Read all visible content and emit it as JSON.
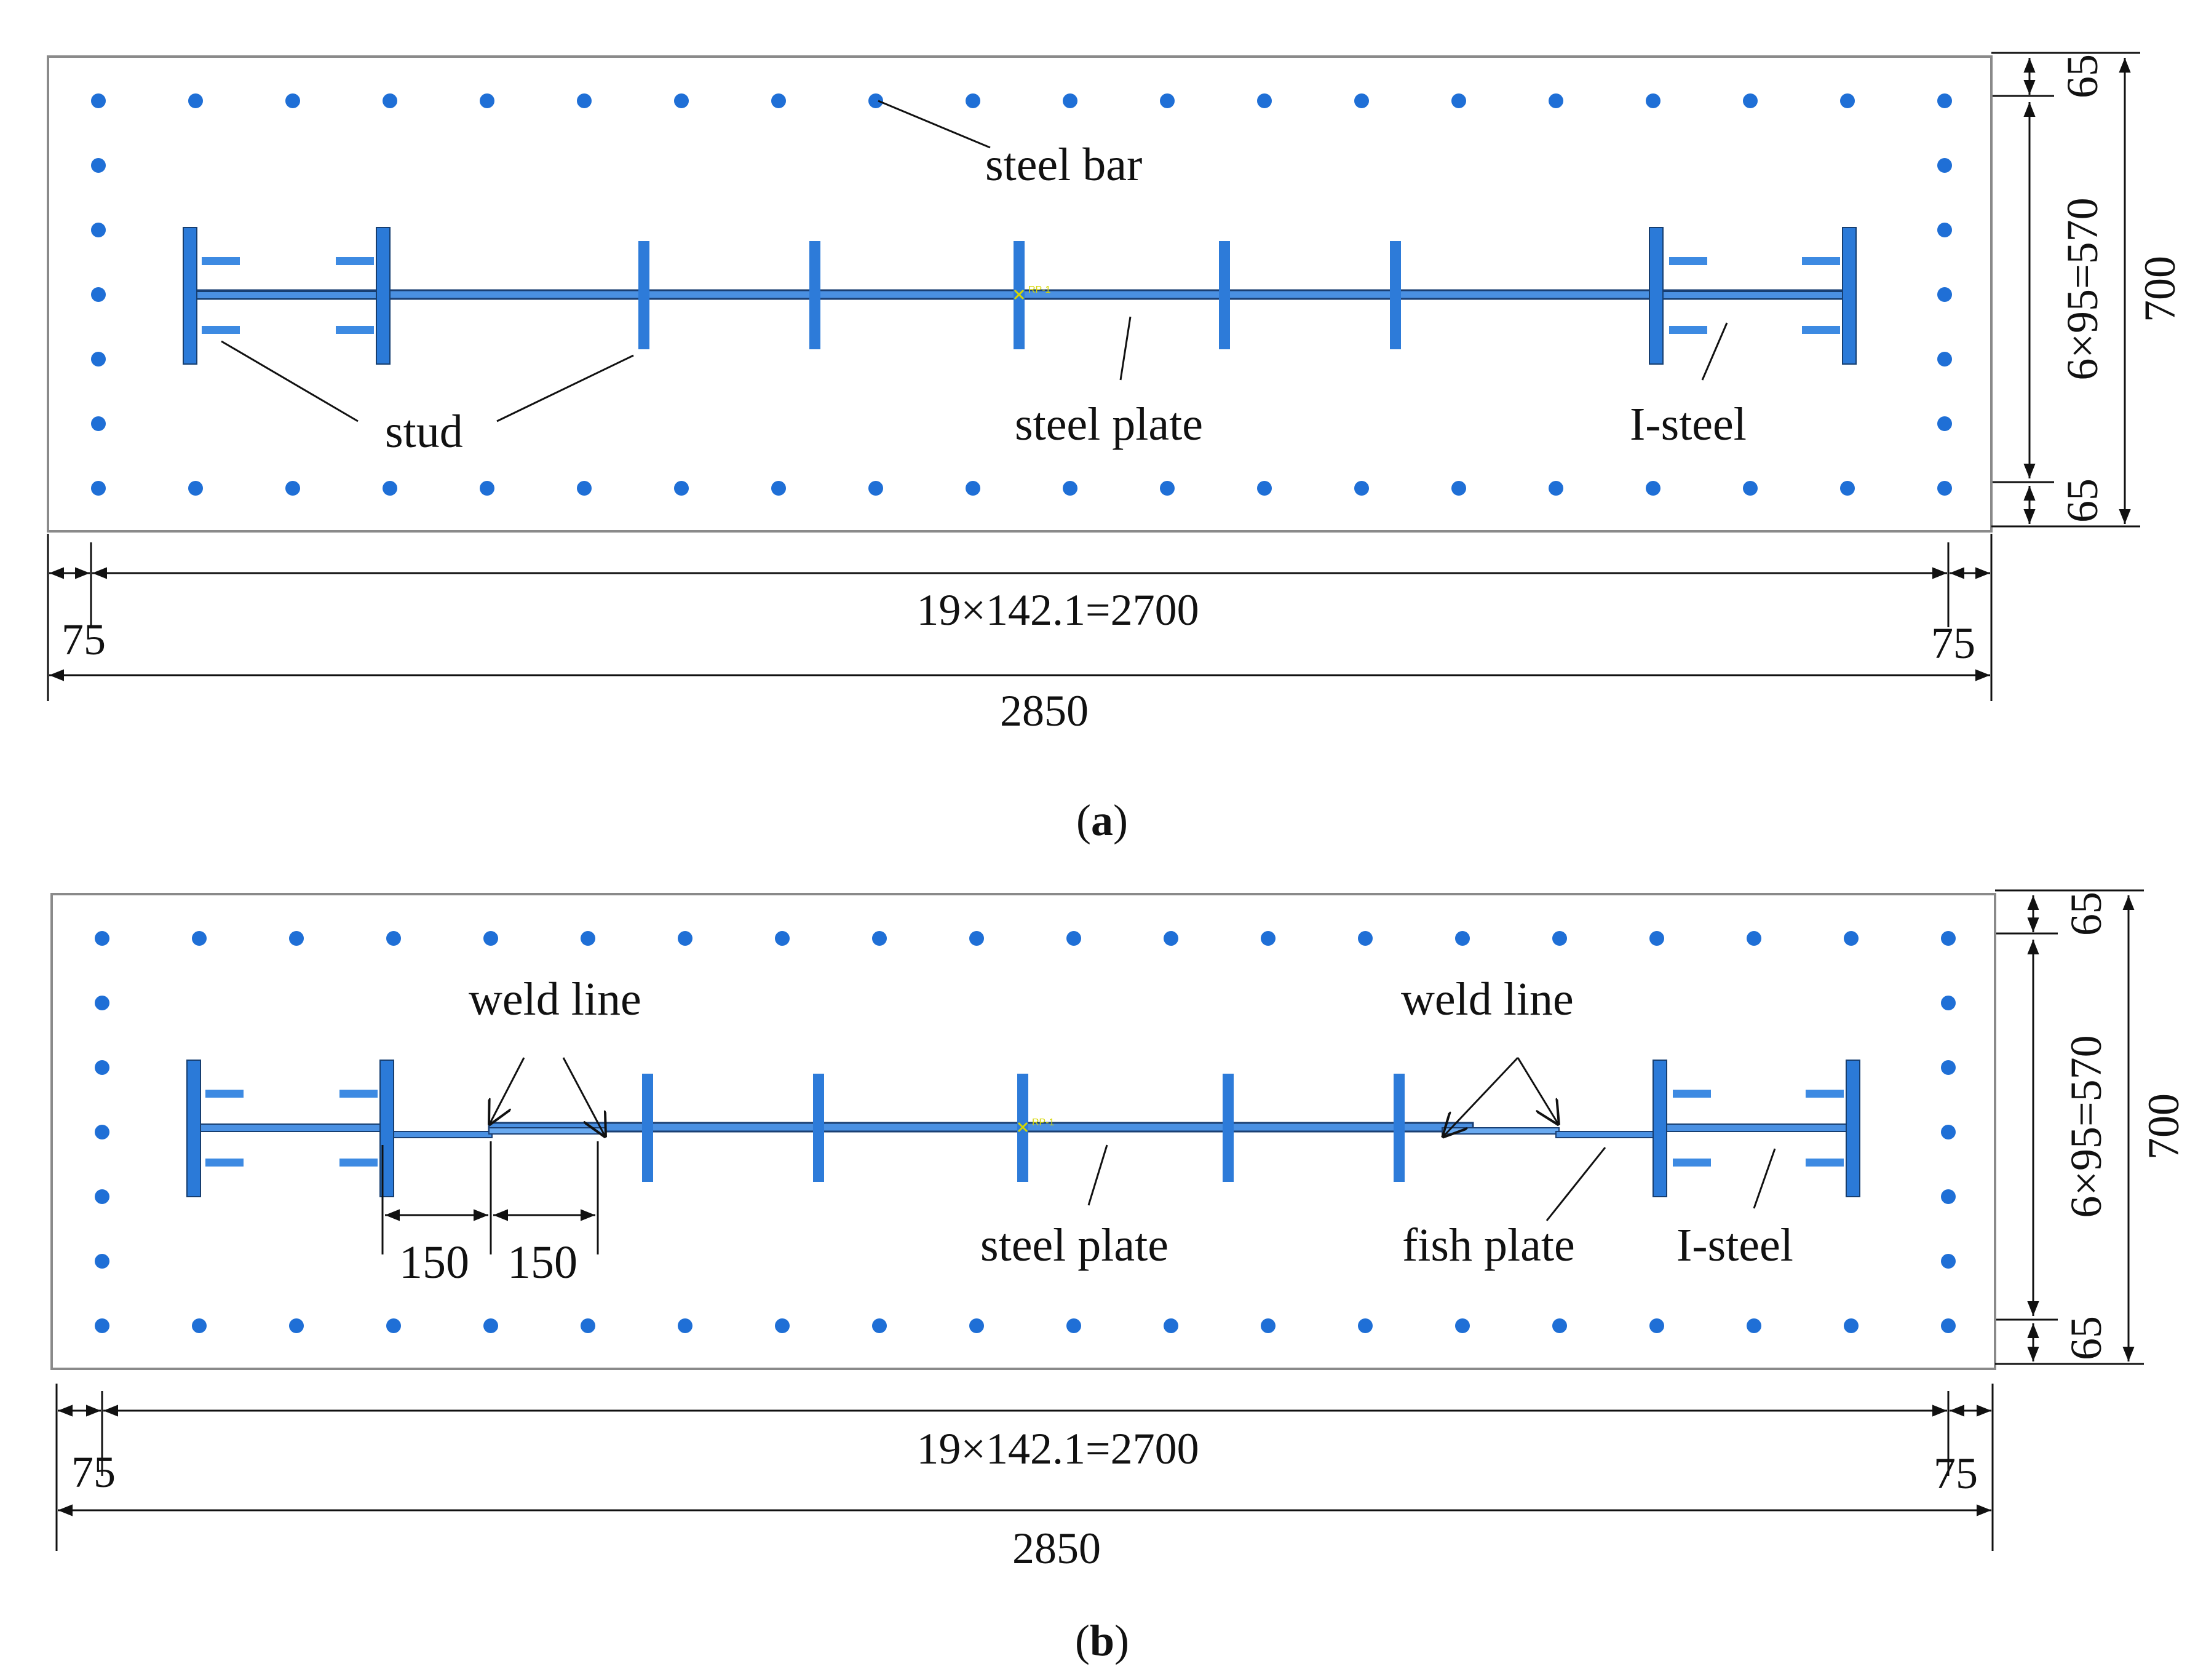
{
  "colors": {
    "steel": "#1f6fd6",
    "steel_light": "#5aa2ee",
    "outline": "#888888",
    "line": "#111111",
    "rp": "#d6d600"
  },
  "panel_a": {
    "caption_letter": "a",
    "labels": {
      "steel_bar": "steel bar",
      "stud": "stud",
      "steel_plate": "steel plate",
      "i_steel": "I-steel"
    },
    "reference_point": "RP-1",
    "dims": {
      "top": "65",
      "middle": "6×95=570",
      "bottom": "65",
      "height": "700",
      "left": "75",
      "spacing": "19×142.1=2700",
      "right": "75",
      "total": "2850"
    }
  },
  "panel_b": {
    "caption_letter": "b",
    "labels": {
      "weld_line_left": "weld line",
      "weld_line_right": "weld line",
      "steel_plate": "steel plate",
      "fish_plate": "fish plate",
      "i_steel": "I-steel",
      "seg1": "150",
      "seg2": "150"
    },
    "reference_point": "RP-1",
    "dims": {
      "top": "65",
      "middle": "6×95=570",
      "bottom": "65",
      "height": "700",
      "left": "75",
      "spacing": "19×142.1=2700",
      "right": "75",
      "total": "2850"
    }
  }
}
